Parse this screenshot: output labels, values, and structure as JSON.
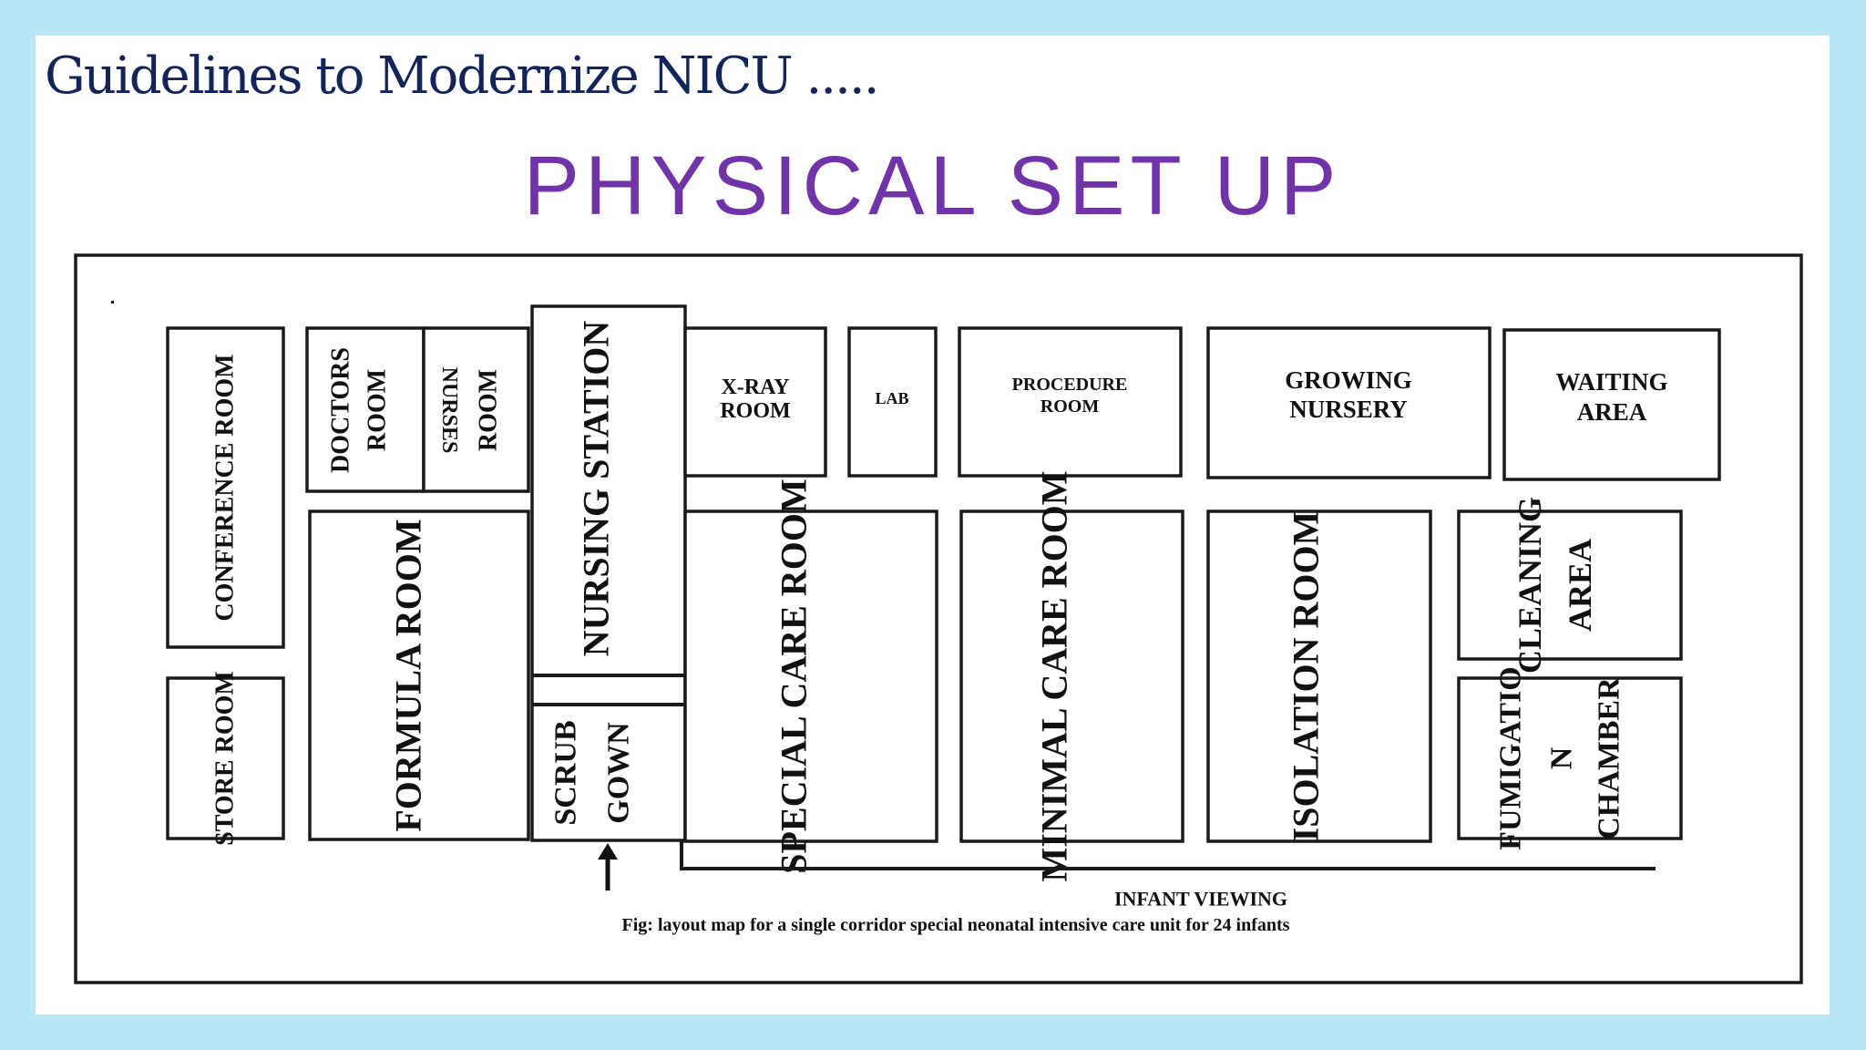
{
  "slide": {
    "title": "Guidelines  to Modernize  NICU .....",
    "section_title": "PHYSICAL SET UP"
  },
  "floor_plan": {
    "rooms": {
      "conference": "CONFERENCE ROOM",
      "store": "STORE ROOM",
      "doctors_line1": "DOCTORS",
      "doctors_line2": "ROOM",
      "nurses_line1": "NURSES",
      "nurses_line2": "ROOM",
      "nursing_station": "NURSING STATION",
      "formula": "FORMULA ROOM",
      "scrub_line1": "SCRUB",
      "scrub_line2": "GOWN",
      "xray_line1": "X-RAY",
      "xray_line2": "ROOM",
      "lab": "LAB",
      "procedure_line1": "PROCEDURE",
      "procedure_line2": "ROOM",
      "growing_line1": "GROWING",
      "growing_line2": "NURSERY",
      "waiting_line1": "WAITING",
      "waiting_line2": "AREA",
      "special_care": "SPECIAL CARE ROOM",
      "minimal_care": "MINIMAL CARE ROOM",
      "isolation": "ISOLATION ROOM",
      "cleaning_line1": "CLEANING",
      "cleaning_line2": "AREA",
      "fumigation_line1": "FUMIGATIO",
      "fumigation_line2": "N",
      "fumigation_line3": "CHAMBER"
    },
    "corridor_label": "INFANT VIEWING",
    "caption": "Fig: layout map for a single corridor special neonatal intensive care unit for 24 infants",
    "entry_arrow": "↑"
  }
}
